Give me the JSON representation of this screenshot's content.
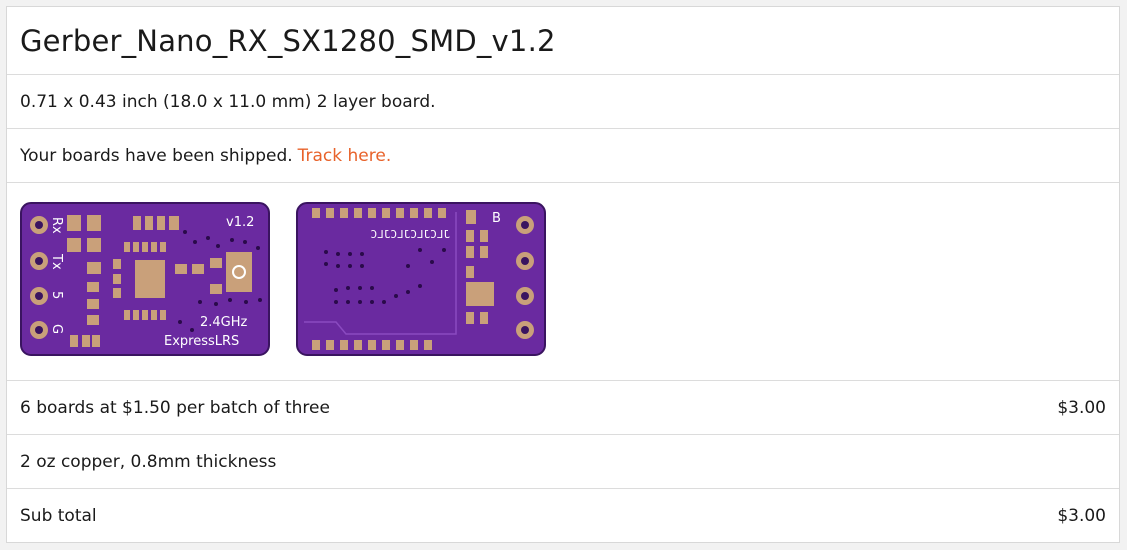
{
  "order": {
    "title": "Gerber_Nano_RX_SX1280_SMD_v1.2",
    "dimensions": "0.71 x 0.43 inch (18.0 x 11.0 mm) 2 layer board.",
    "shipped_text": "Your boards have been shipped.",
    "track_link": "Track here.",
    "pricing_label": "6 boards at $1.50 per batch of three",
    "pricing_value": "$3.00",
    "copper_text": "2 oz copper, 0.8mm thickness",
    "subtotal_label": "Sub total",
    "subtotal_value": "$3.00"
  },
  "board_top": {
    "pin_labels": [
      "Rx",
      "Tx",
      "5",
      "G"
    ],
    "version": "v1.2",
    "freq": "2.4GHz",
    "brand": "ExpressLRS"
  },
  "board_bottom": {
    "silk_text": "JLCJLCJLCJLC",
    "corner_label": "B"
  },
  "colors": {
    "accent": "#e8622a",
    "pcb_fill": "#6a2aa0",
    "pcb_edge": "#3a1460",
    "pad": "#c9a07a",
    "silk": "#ffffff"
  }
}
